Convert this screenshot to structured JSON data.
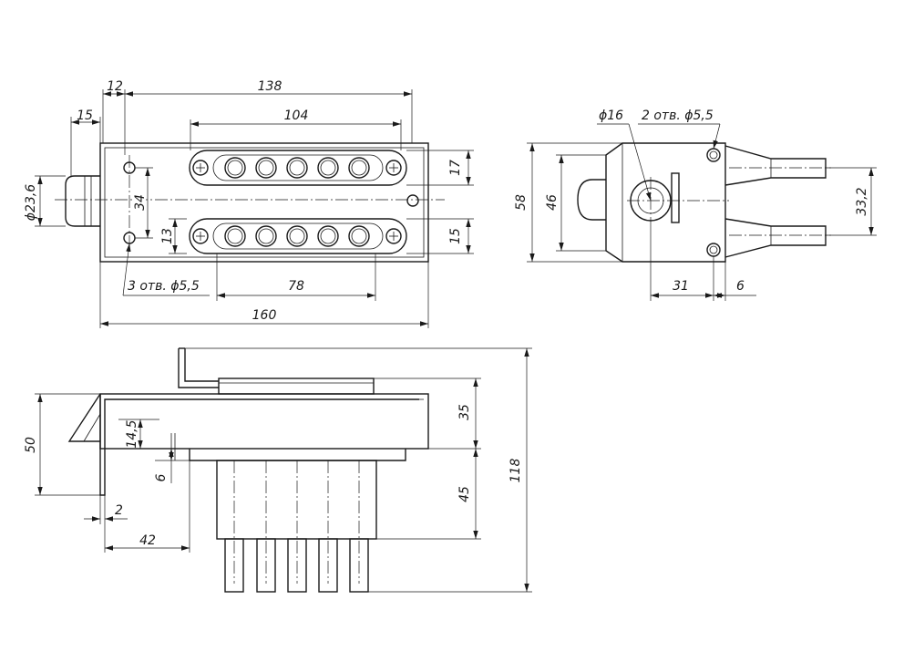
{
  "dimensions": {
    "d138": "138",
    "d12": "12",
    "d104": "104",
    "d15_left": "15",
    "d23_6": "ϕ23,6",
    "d34": "34",
    "d13": "13",
    "d17": "17",
    "d15_right": "15",
    "holes_front": "3 отв. ϕ5,5",
    "d78": "78",
    "d160": "160",
    "d16": "ϕ16",
    "holes_side": "2 отв. ϕ5,5",
    "d58": "58",
    "d46": "46",
    "d33_2": "33,2",
    "d31": "31",
    "d6_side": "6",
    "d50": "50",
    "d14_5": "14,5",
    "d6_bottom": "6",
    "d2": "2",
    "d42": "42",
    "d35": "35",
    "d45": "45",
    "d118": "118"
  },
  "colors": {
    "stroke": "#1a1a1a",
    "background": "#ffffff"
  }
}
